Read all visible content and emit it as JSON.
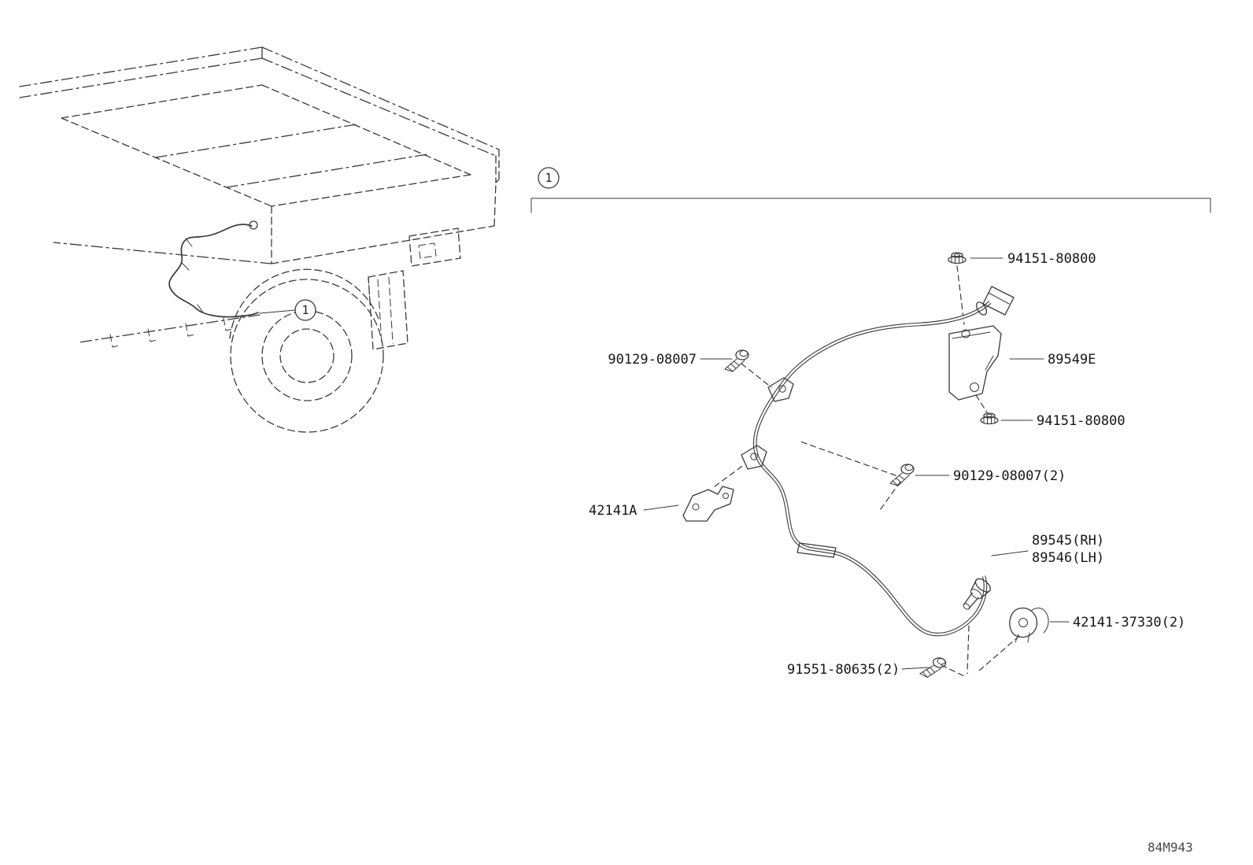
{
  "page": {
    "background": "#ffffff",
    "line_color": "#3a3a3a",
    "callout_label": "1",
    "drawing_code": "84M943"
  },
  "parts": [
    {
      "id": "nut-upper",
      "label": "94151-80800"
    },
    {
      "id": "bolt-single",
      "label": "90129-08007"
    },
    {
      "id": "sensor-bracket",
      "label": "89549E"
    },
    {
      "id": "nut-lower",
      "label": "94151-80800"
    },
    {
      "id": "bolt-pair",
      "label": "90129-08007(2)"
    },
    {
      "id": "bracket-42141a",
      "label": "42141A"
    },
    {
      "id": "sensor-rh",
      "label": "89545(RH)"
    },
    {
      "id": "sensor-lh",
      "label": "89546(LH)"
    },
    {
      "id": "clamp-pair",
      "label": "42141-37330(2)"
    },
    {
      "id": "screw-pair",
      "label": "91551-80635(2)"
    }
  ]
}
